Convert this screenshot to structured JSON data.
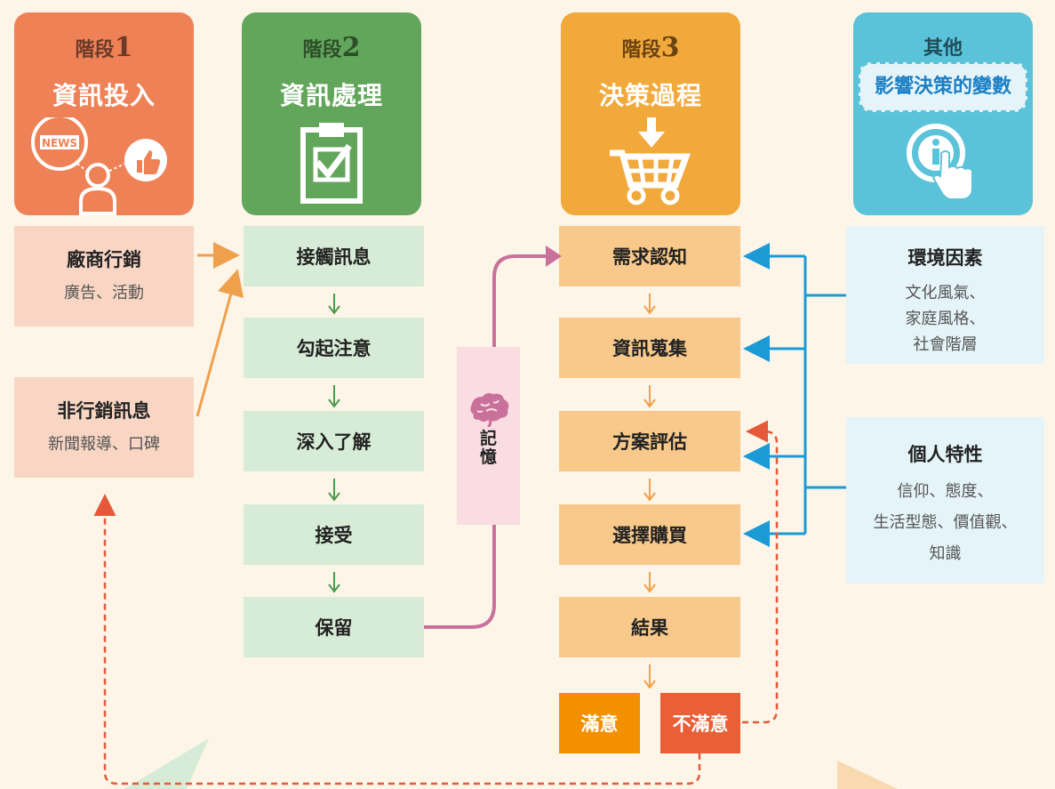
{
  "stage1": {
    "label": "階段",
    "num": "1",
    "title": "資訊投入",
    "news_text": "NEWS"
  },
  "stage2": {
    "label": "階段",
    "num": "2",
    "title": "資訊處理"
  },
  "stage3": {
    "label": "階段",
    "num": "3",
    "title": "決策過程"
  },
  "other": {
    "label": "其他",
    "title": "影響決策的變數"
  },
  "inputs": [
    {
      "title": "廠商行銷",
      "sub": "廣告、活動"
    },
    {
      "title": "非行銷訊息",
      "sub": "新聞報導、口碑"
    }
  ],
  "processing": [
    "接觸訊息",
    "勾起注意",
    "深入了解",
    "接受",
    "保留"
  ],
  "memory": "記憶",
  "decision": [
    "需求認知",
    "資訊蒐集",
    "方案評估",
    "選擇購買",
    "結果"
  ],
  "results": {
    "satisfied": "滿意",
    "unsatisfied": "不滿意"
  },
  "variables": [
    {
      "title": "環境因素",
      "lines": [
        "文化風氣、",
        "家庭風格、",
        "社會階層"
      ]
    },
    {
      "title": "個人特性",
      "lines": [
        "信仰、態度、",
        "生活型態、價值觀、",
        "知識"
      ]
    }
  ],
  "colors": {
    "stage1": "#ef8156",
    "stage2": "#62a65b",
    "stage3": "#f2a93b",
    "other": "#5bc3d9",
    "memory_line": "#c9719a",
    "feedback": "#e5593a",
    "blue_arrow": "#1c9ad6",
    "input_arrow": "#f0a04b",
    "satisfied": "#f29000",
    "unsatisfied": "#ea5f36"
  }
}
